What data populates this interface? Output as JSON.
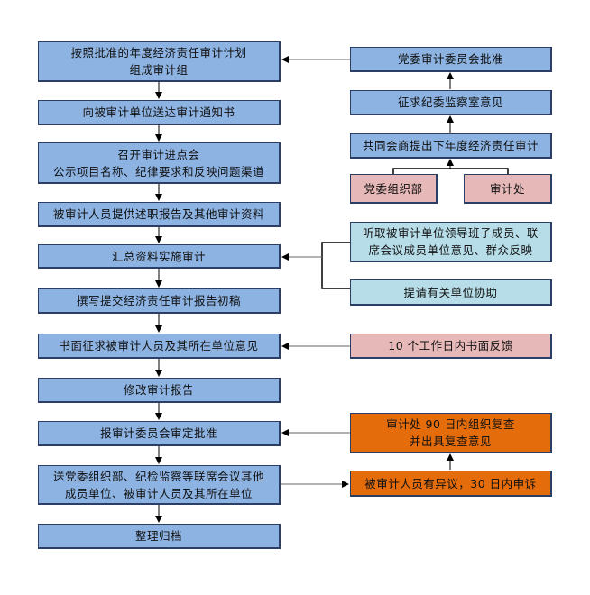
{
  "left_steps": [
    "按照批准的年度经济责任审计计划\n组成审计组",
    "向被审计单位送达审计通知书",
    "召开审计进点会\n公示项目名称、纪律要求和反映问题渠道",
    "被审计人员提供述职报告及其他审计资料",
    "汇总资料实施审计",
    "撰写提交经济责任审计报告初稿",
    "书面征求被审计人员及其所在单位意见",
    "修改审计报告",
    "报审计委员会审定批准",
    "送党委组织部、纪检监察等联席会议其他\n成员单位、被审计人员及其所在单位",
    "整理归档"
  ],
  "right_boxes": {
    "approval": "党委审计委员会批准",
    "consult": "征求纪委监察室意见",
    "propose": "共同会商提出下年度经济责任审计",
    "org_dept": "党委组织部",
    "audit_office": "审计处",
    "hear": "听取被审计单位领导班子成员、联\n席会议成员单位意见、群众反映",
    "assist": "提请有关单位协助",
    "feedback": "10 个工作日内书面反馈",
    "review": "审计处 90 日内组织复查\n并出具复查意见",
    "appeal": "被审计人员有异议，30 日内申诉"
  },
  "colors": {
    "main": "#8db3e2",
    "source": "#e6b8b7",
    "support": "#b7dde8",
    "appeal": "#e46c0a",
    "border": "#2b3f66"
  }
}
